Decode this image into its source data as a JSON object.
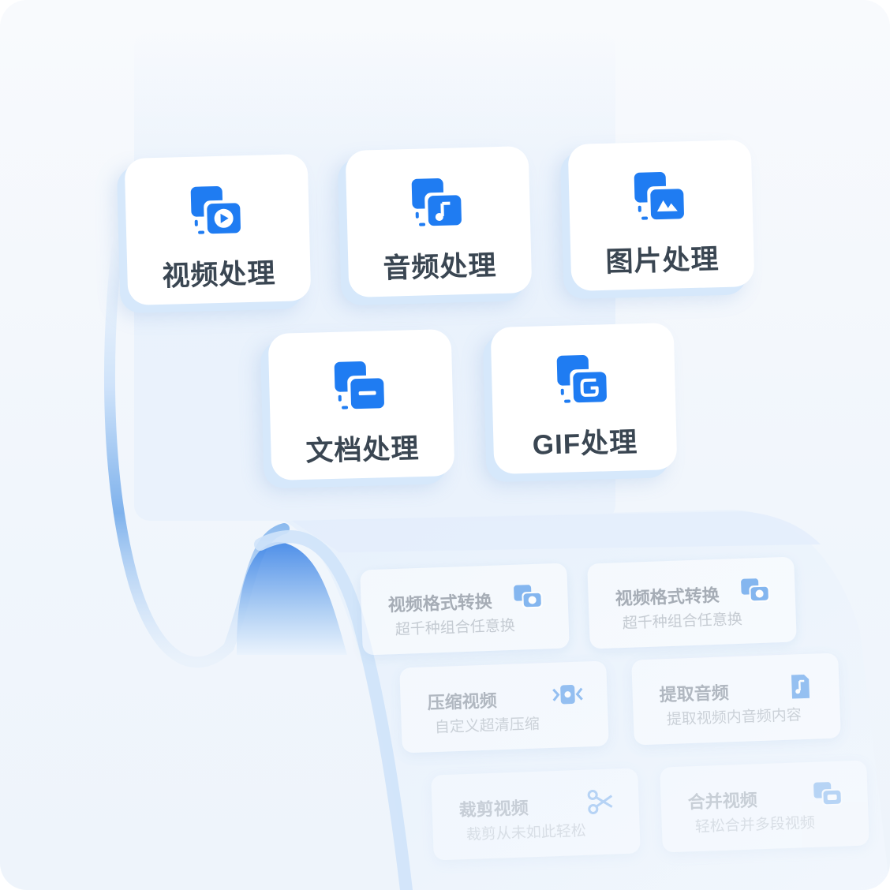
{
  "colors": {
    "accent": "#1f7cf2",
    "card_text": "#3a4652",
    "tile_title": "#a3aab3",
    "tile_sub": "#c3c9d0"
  },
  "categories": [
    {
      "label": "视频处理",
      "icon": "video-icon"
    },
    {
      "label": "音频处理",
      "icon": "music-icon"
    },
    {
      "label": "图片处理",
      "icon": "image-icon"
    },
    {
      "label": "文档处理",
      "icon": "document-icon"
    },
    {
      "label": "GIF处理",
      "icon": "gif-icon"
    }
  ],
  "features": [
    {
      "title": "视频格式转换",
      "subtitle": "超千种组合任意换",
      "icon": "video-convert-icon"
    },
    {
      "title": "视频格式转换",
      "subtitle": "超千种组合任意换",
      "icon": "video-convert-icon"
    },
    {
      "title": "压缩视频",
      "subtitle": "自定义超清压缩",
      "icon": "compress-icon"
    },
    {
      "title": "提取音频",
      "subtitle": "提取视频内音频内容",
      "icon": "audio-file-icon"
    },
    {
      "title": "裁剪视频",
      "subtitle": "裁剪从未如此轻松",
      "icon": "scissors-icon"
    },
    {
      "title": "合并视频",
      "subtitle": "轻松合并多段视频",
      "icon": "merge-icon"
    }
  ]
}
